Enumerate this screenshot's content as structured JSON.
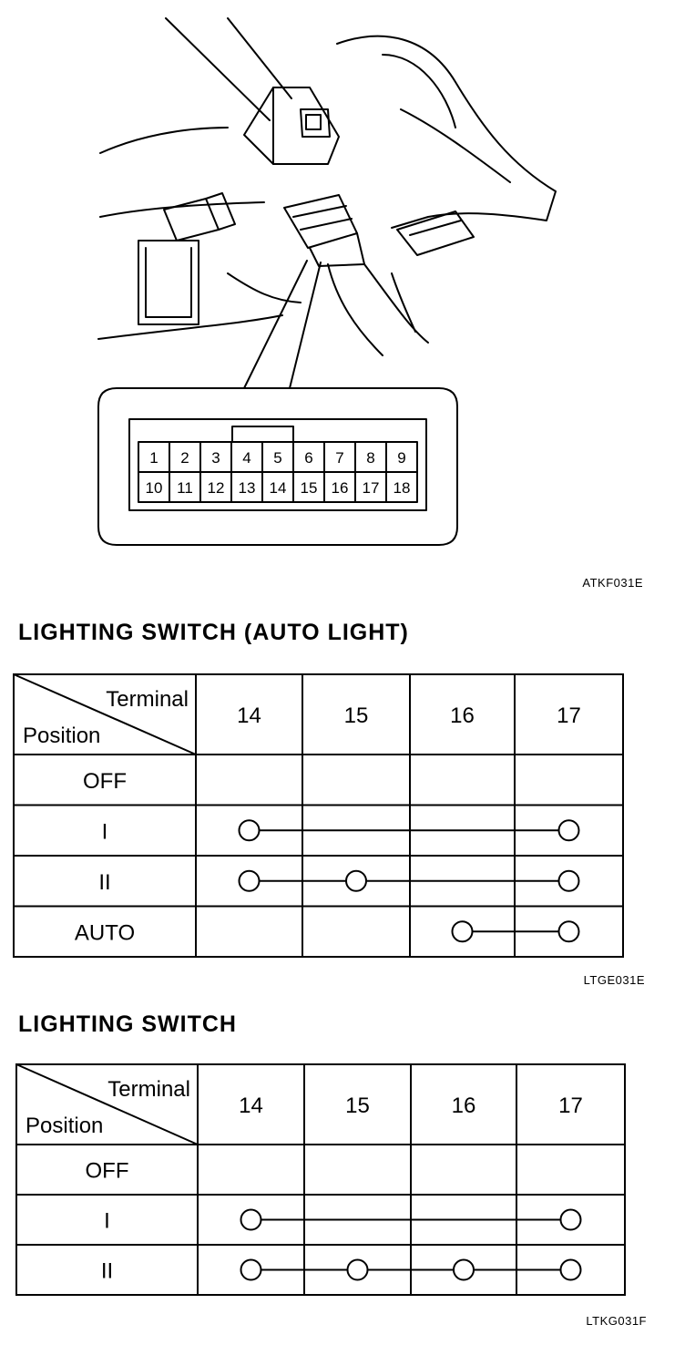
{
  "connector": {
    "top_row": [
      "1",
      "2",
      "3",
      "4",
      "5",
      "6",
      "7",
      "8",
      "9"
    ],
    "bottom_row": [
      "10",
      "11",
      "12",
      "13",
      "14",
      "15",
      "16",
      "17",
      "18"
    ]
  },
  "figure_codes": {
    "illustration": "ATKF031E",
    "auto_table": "LTGE031E",
    "plain_table": "LTKG031F"
  },
  "tables": [
    {
      "title": "LIGHTING SWITCH (AUTO LIGHT)",
      "header_terminal": "Terminal",
      "header_position": "Position",
      "terminals": [
        "14",
        "15",
        "16",
        "17"
      ],
      "rows": [
        {
          "position": "OFF",
          "connected": []
        },
        {
          "position": "I",
          "connected": [
            "14",
            "17"
          ]
        },
        {
          "position": "II",
          "connected": [
            "14",
            "15",
            "17"
          ]
        },
        {
          "position": "AUTO",
          "connected": [
            "16",
            "17"
          ]
        }
      ]
    },
    {
      "title": "LIGHTING SWITCH",
      "header_terminal": "Terminal",
      "header_position": "Position",
      "terminals": [
        "14",
        "15",
        "16",
        "17"
      ],
      "rows": [
        {
          "position": "OFF",
          "connected": []
        },
        {
          "position": "I",
          "connected": [
            "14",
            "17"
          ]
        },
        {
          "position": "II",
          "connected": [
            "14",
            "15",
            "16",
            "17"
          ]
        }
      ]
    }
  ]
}
